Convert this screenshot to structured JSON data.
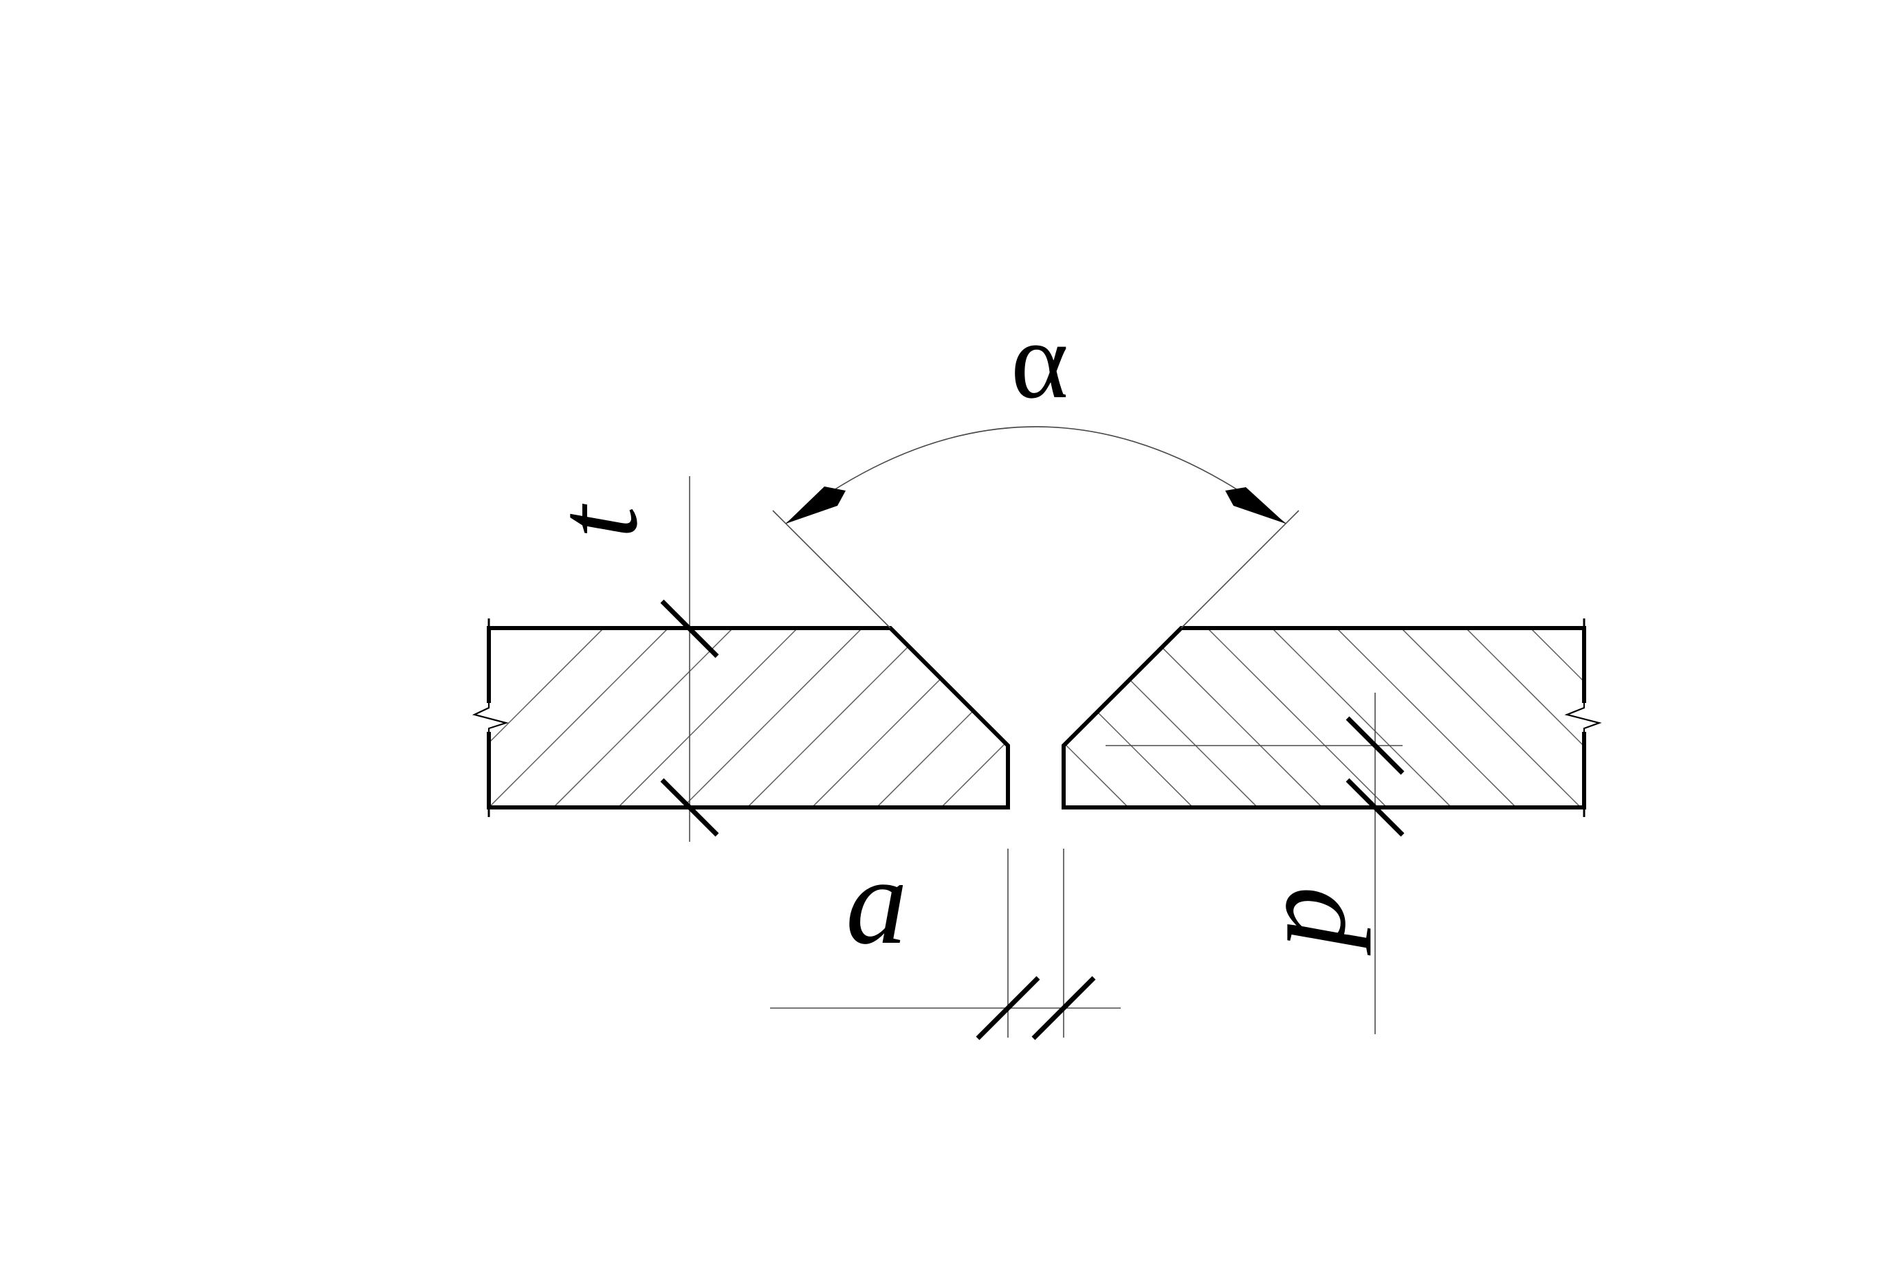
{
  "labels": {
    "angle": "α",
    "thickness": "t",
    "gap": "a",
    "root_face": "p"
  },
  "colors": {
    "line": "#000000",
    "background": "#ffffff"
  }
}
